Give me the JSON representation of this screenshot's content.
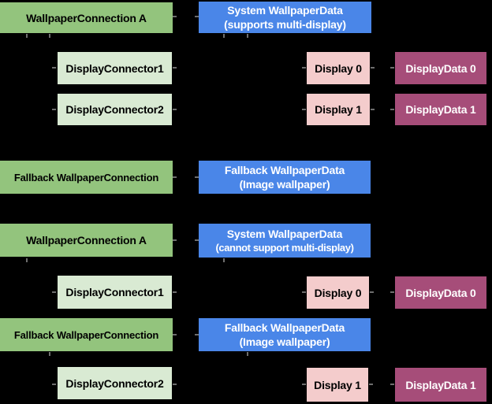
{
  "colors": {
    "background": "#000000",
    "wallpaper_connection_green": "#93c47d",
    "display_connector_light_green": "#d9ead3",
    "wallpaper_data_blue": "#4a86e8",
    "display_pink": "#f4cccc",
    "display_data_magenta": "#a64d79",
    "text_on_light": "#000000",
    "text_on_dark": "#ffffff"
  },
  "scenario_top": {
    "wallpaper_connection": "WallpaperConnection A",
    "system_wallpaper_data_line1": "System WallpaperData",
    "system_wallpaper_data_line2": "(supports multi-display)",
    "display_connector_1": "DisplayConnector1",
    "display_0": "Display 0",
    "display_data_0": "DisplayData 0",
    "display_connector_2": "DisplayConnector2",
    "display_1": "Display 1",
    "display_data_1": "DisplayData 1",
    "fallback_connection": "Fallback WallpaperConnection",
    "fallback_wallpaper_data_line1": "Fallback WallpaperData",
    "fallback_wallpaper_data_line2": "(Image wallpaper)"
  },
  "scenario_bottom": {
    "wallpaper_connection": "WallpaperConnection A",
    "system_wallpaper_data_line1": "System WallpaperData",
    "system_wallpaper_data_line2": "(cannot support multi-display)",
    "display_connector_1": "DisplayConnector1",
    "display_0": "Display 0",
    "display_data_0": "DisplayData 0",
    "fallback_connection": "Fallback WallpaperConnection",
    "fallback_wallpaper_data_line1": "Fallback WallpaperData",
    "fallback_wallpaper_data_line2": "(Image wallpaper)",
    "display_connector_2": "DisplayConnector2",
    "display_1": "Display 1",
    "display_data_1": "DisplayData 1"
  }
}
